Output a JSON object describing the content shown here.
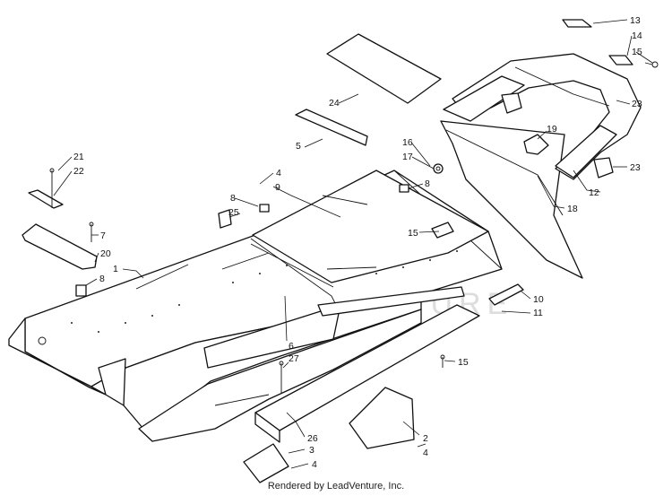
{
  "credit": "Rendered by LeadVenture, Inc.",
  "watermark": "LEADVENTURE",
  "callouts": [
    {
      "id": "c1",
      "text": "1"
    },
    {
      "id": "c2",
      "text": "2"
    },
    {
      "id": "c3",
      "text": "3"
    },
    {
      "id": "c4a",
      "text": "4"
    },
    {
      "id": "c4b",
      "text": "4"
    },
    {
      "id": "c4c",
      "text": "4"
    },
    {
      "id": "c5",
      "text": "5"
    },
    {
      "id": "c6",
      "text": "6"
    },
    {
      "id": "c7",
      "text": "7"
    },
    {
      "id": "c8a",
      "text": "8"
    },
    {
      "id": "c8b",
      "text": "8"
    },
    {
      "id": "c8c",
      "text": "8"
    },
    {
      "id": "c9",
      "text": "9"
    },
    {
      "id": "c10",
      "text": "10"
    },
    {
      "id": "c11",
      "text": "11"
    },
    {
      "id": "c12",
      "text": "12"
    },
    {
      "id": "c13",
      "text": "13"
    },
    {
      "id": "c14",
      "text": "14"
    },
    {
      "id": "c15a",
      "text": "15"
    },
    {
      "id": "c15b",
      "text": "15"
    },
    {
      "id": "c15c",
      "text": "15"
    },
    {
      "id": "c16",
      "text": "16"
    },
    {
      "id": "c17",
      "text": "17"
    },
    {
      "id": "c18",
      "text": "18"
    },
    {
      "id": "c19",
      "text": "19"
    },
    {
      "id": "c20",
      "text": "20"
    },
    {
      "id": "c21",
      "text": "21"
    },
    {
      "id": "c22",
      "text": "22"
    },
    {
      "id": "c23a",
      "text": "23"
    },
    {
      "id": "c23b",
      "text": "23"
    },
    {
      "id": "c24",
      "text": "24"
    },
    {
      "id": "c25",
      "text": "25"
    },
    {
      "id": "c26",
      "text": "26"
    },
    {
      "id": "c27",
      "text": "27"
    }
  ]
}
